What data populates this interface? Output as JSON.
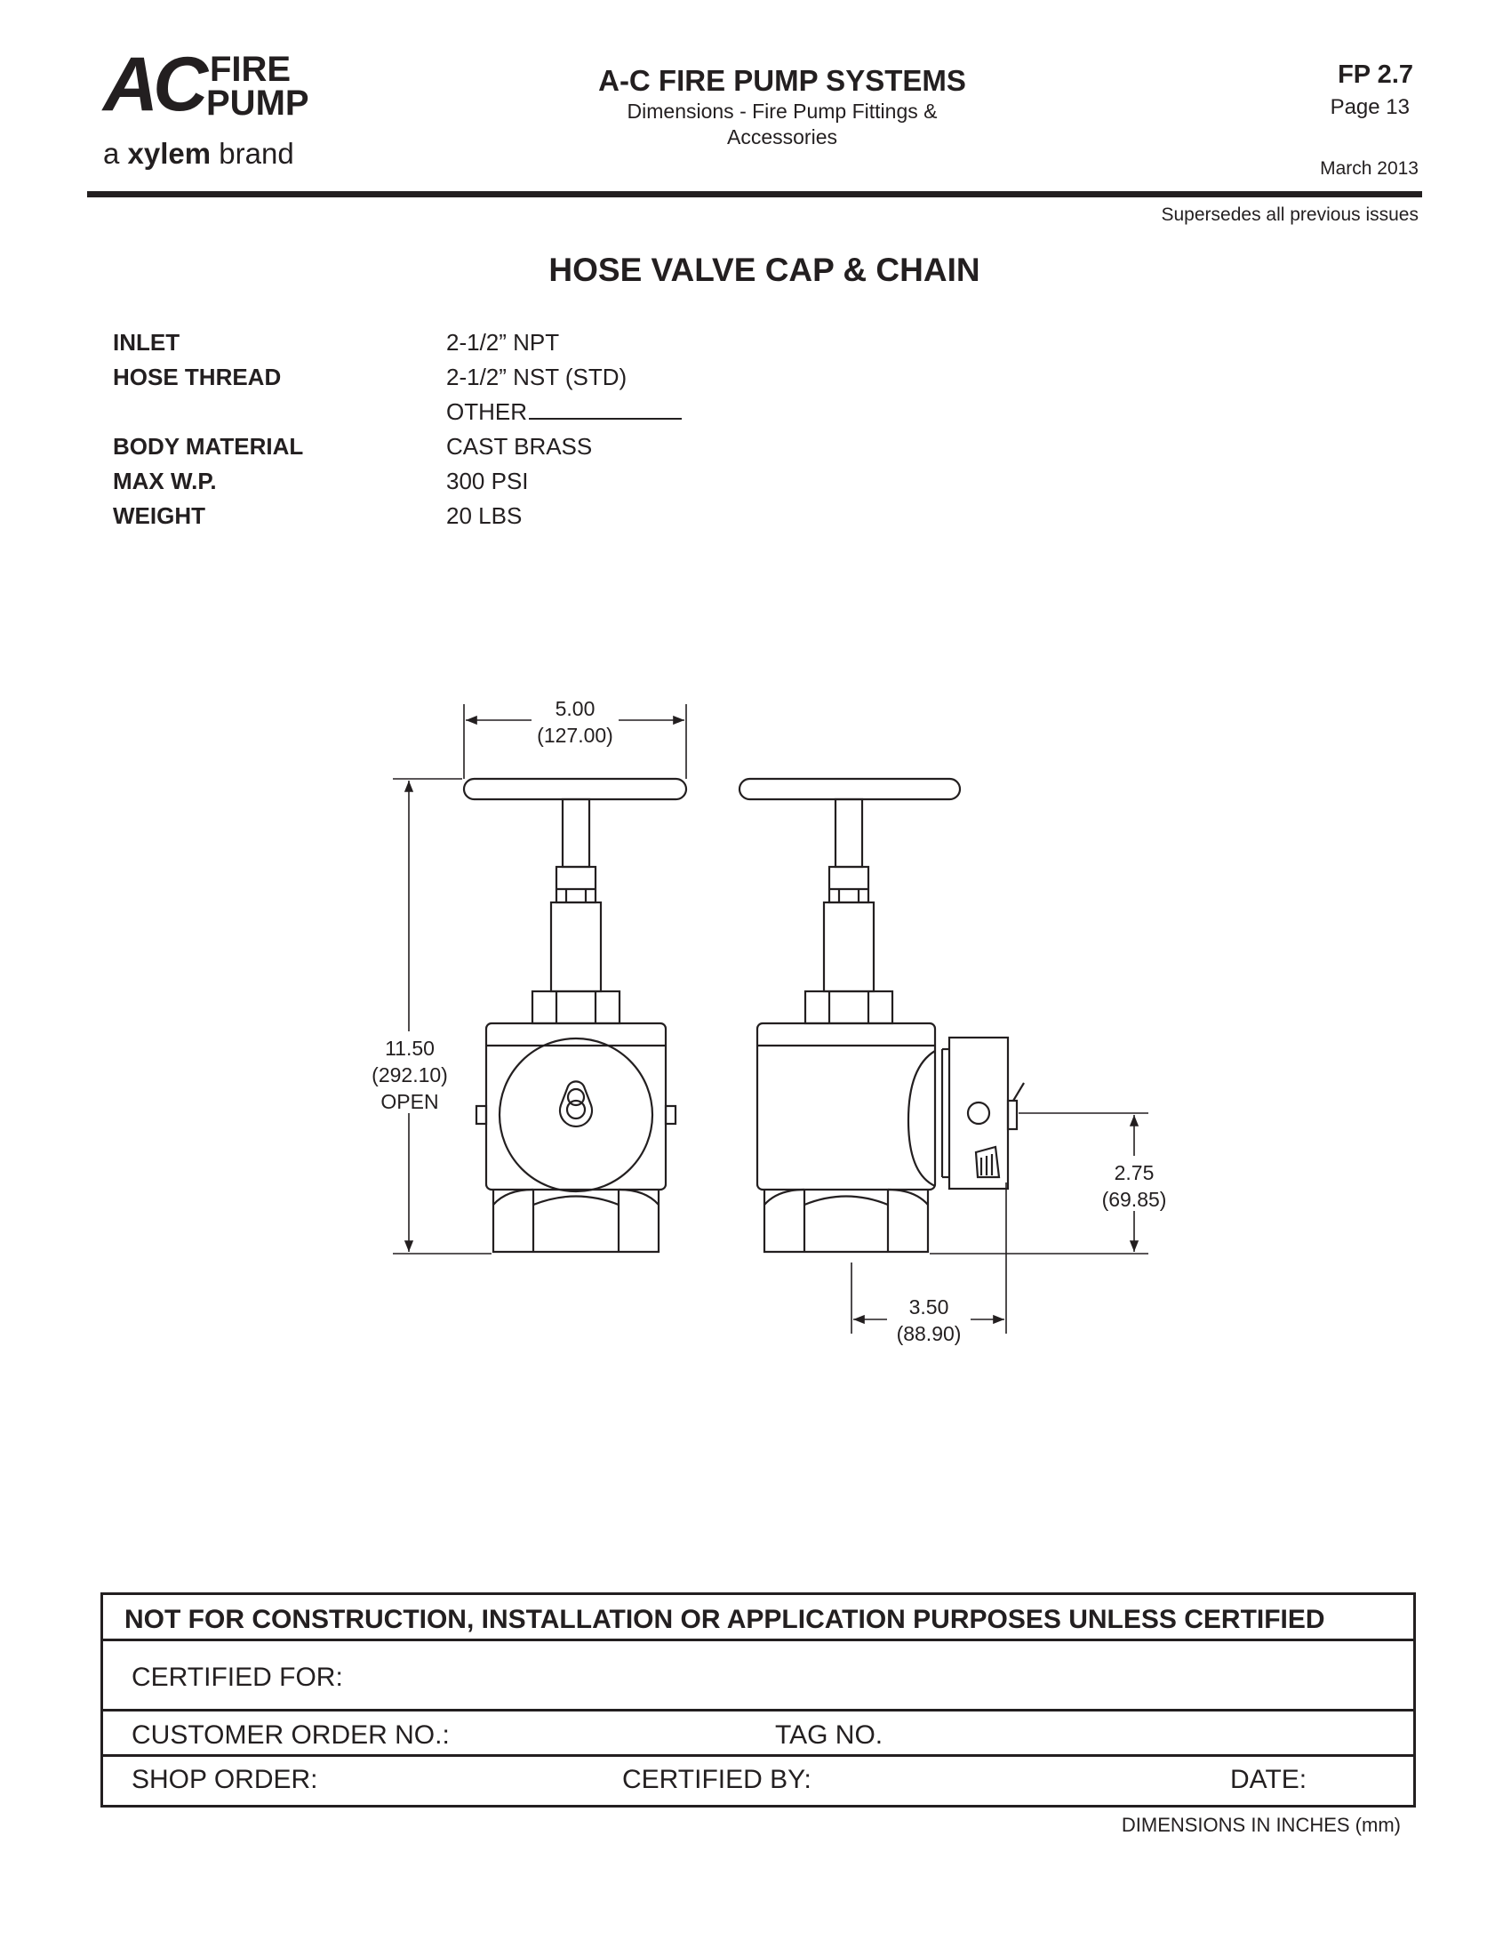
{
  "logo": {
    "mark": "AC",
    "word1": "FIRE",
    "word2": "PUMP",
    "brand_prefix": "a ",
    "brand_name": "xylem",
    "brand_suffix": " brand"
  },
  "header": {
    "company": "A-C FIRE PUMP SYSTEMS",
    "subtitle_line1": "Dimensions - Fire Pump Fittings &",
    "subtitle_line2": "Accessories",
    "doc_code": "FP 2.7",
    "page": "Page 13",
    "date": "March  2013",
    "supersedes": "Supersedes all previous issues"
  },
  "title": "HOSE VALVE CAP & CHAIN",
  "specs": [
    {
      "label": "INLET",
      "value": "2-1/2” NPT"
    },
    {
      "label": "HOSE THREAD",
      "value": "2-1/2” NST (STD)"
    },
    {
      "label": "",
      "value": "OTHER"
    },
    {
      "label": "BODY MATERIAL",
      "value": "CAST BRASS"
    },
    {
      "label": "MAX W.P.",
      "value": "300 PSI"
    },
    {
      "label": "WEIGHT",
      "value": "20 LBS"
    }
  ],
  "drawing": {
    "width_in": "5.00",
    "width_mm": "(127.00)",
    "height_in": "11.50",
    "height_mm": "(292.10)",
    "height_note": "OPEN",
    "outlet_height_in": "2.75",
    "outlet_height_mm": "(69.85)",
    "depth_in": "3.50",
    "depth_mm": "(88.90)"
  },
  "certification": {
    "notice": "NOT FOR CONSTRUCTION, INSTALLATION OR APPLICATION PURPOSES UNLESS CERTIFIED",
    "certified_for": "CERTIFIED FOR:",
    "customer_order": "CUSTOMER ORDER NO.:",
    "tag_no": "TAG NO.",
    "shop_order": "SHOP ORDER:",
    "certified_by": "CERTIFIED BY:",
    "date": "DATE:"
  },
  "footer_note": "DIMENSIONS IN INCHES (mm)"
}
